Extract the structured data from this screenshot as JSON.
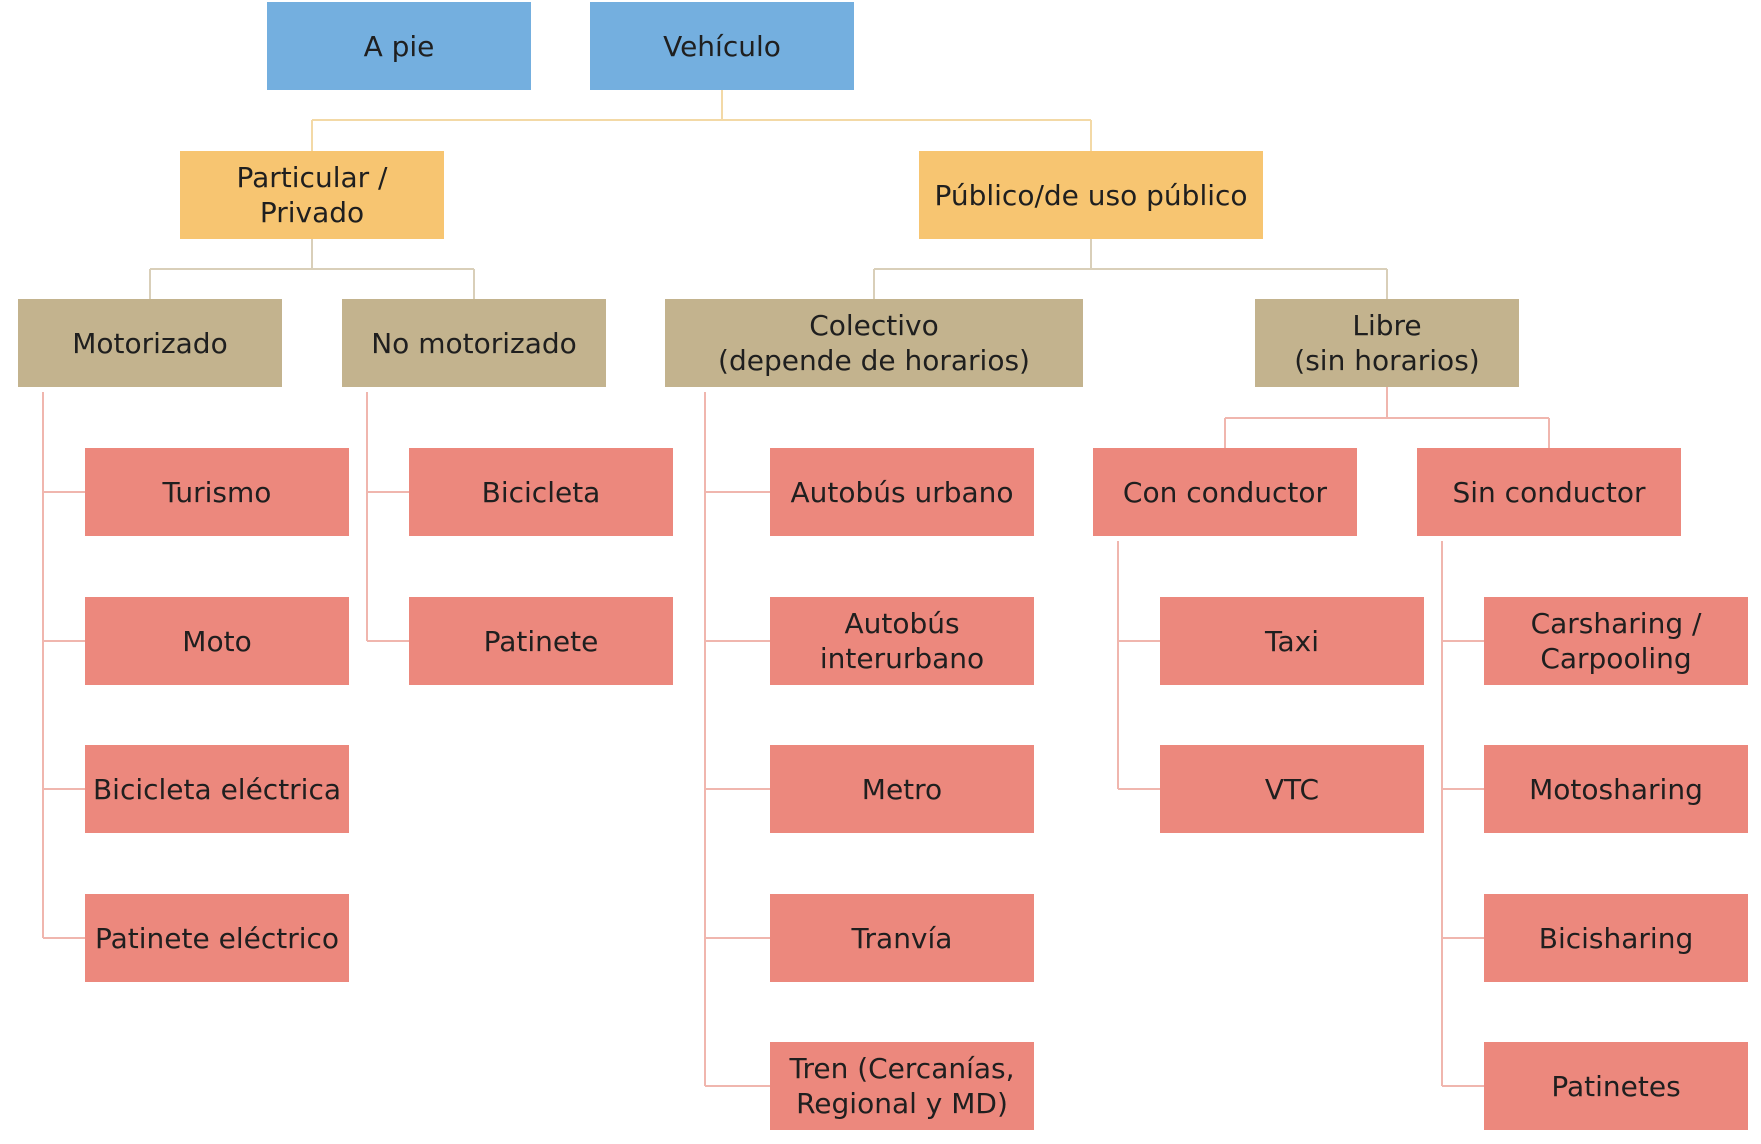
{
  "colors": {
    "level1": "#74afdf",
    "level2": "#f7c571",
    "level3": "#c3b38e",
    "leaf": "#ec887d",
    "connector_upper": "#f3d9a6",
    "connector_middle": "#d9cfb9",
    "connector_lower": "#f0b6ae"
  },
  "nodes": {
    "a_pie": "A pie",
    "vehiculo": "Vehículo",
    "particular": "Particular / Privado",
    "publico": "Público/de uso público",
    "motorizado": "Motorizado",
    "no_motorizado": "No motorizado",
    "colectivo": "Colectivo\n(depende de horarios)",
    "libre": "Libre\n(sin horarios)",
    "turismo": "Turismo",
    "moto": "Moto",
    "bici_electrica": "Bicicleta eléctrica",
    "patinete_electrico": "Patinete eléctrico",
    "bicicleta": "Bicicleta",
    "patinete": "Patinete",
    "autobus_urbano": "Autobús urbano",
    "autobus_interurbano": "Autobús interurbano",
    "metro": "Metro",
    "tranvia": "Tranvía",
    "tren": "Tren (Cercanías,\nRegional y MD)",
    "con_conductor": "Con conductor",
    "sin_conductor": "Sin conductor",
    "taxi": "Taxi",
    "vtc": "VTC",
    "carsharing": "Carsharing /\nCarpooling",
    "motosharing": "Motosharing",
    "bicisharing": "Bicisharing",
    "patinetes": "Patinetes"
  }
}
